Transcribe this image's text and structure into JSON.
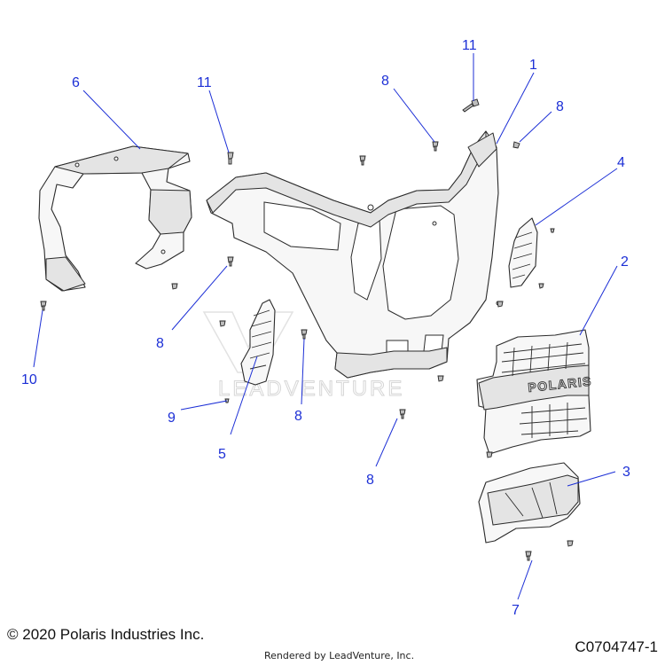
{
  "callouts": {
    "c1": "1",
    "c2": "2",
    "c3": "3",
    "c4": "4",
    "c5": "5",
    "c6": "6",
    "c7": "7",
    "c8a": "8",
    "c8b": "8",
    "c8c": "8",
    "c8d": "8",
    "c8e": "8",
    "c9": "9",
    "c10": "10",
    "c11a": "11",
    "c11b": "11"
  },
  "footer": {
    "copyright": "© 2020 Polaris Industries Inc.",
    "rendered_by": "Rendered by LeadVenture, Inc.",
    "drawing_number": "C0704747-1"
  },
  "watermark": "LEADVENTURE",
  "grille_logo": "POLARIS",
  "colors": {
    "callout": "#1c2fd6",
    "line": "#2b2b2b"
  }
}
